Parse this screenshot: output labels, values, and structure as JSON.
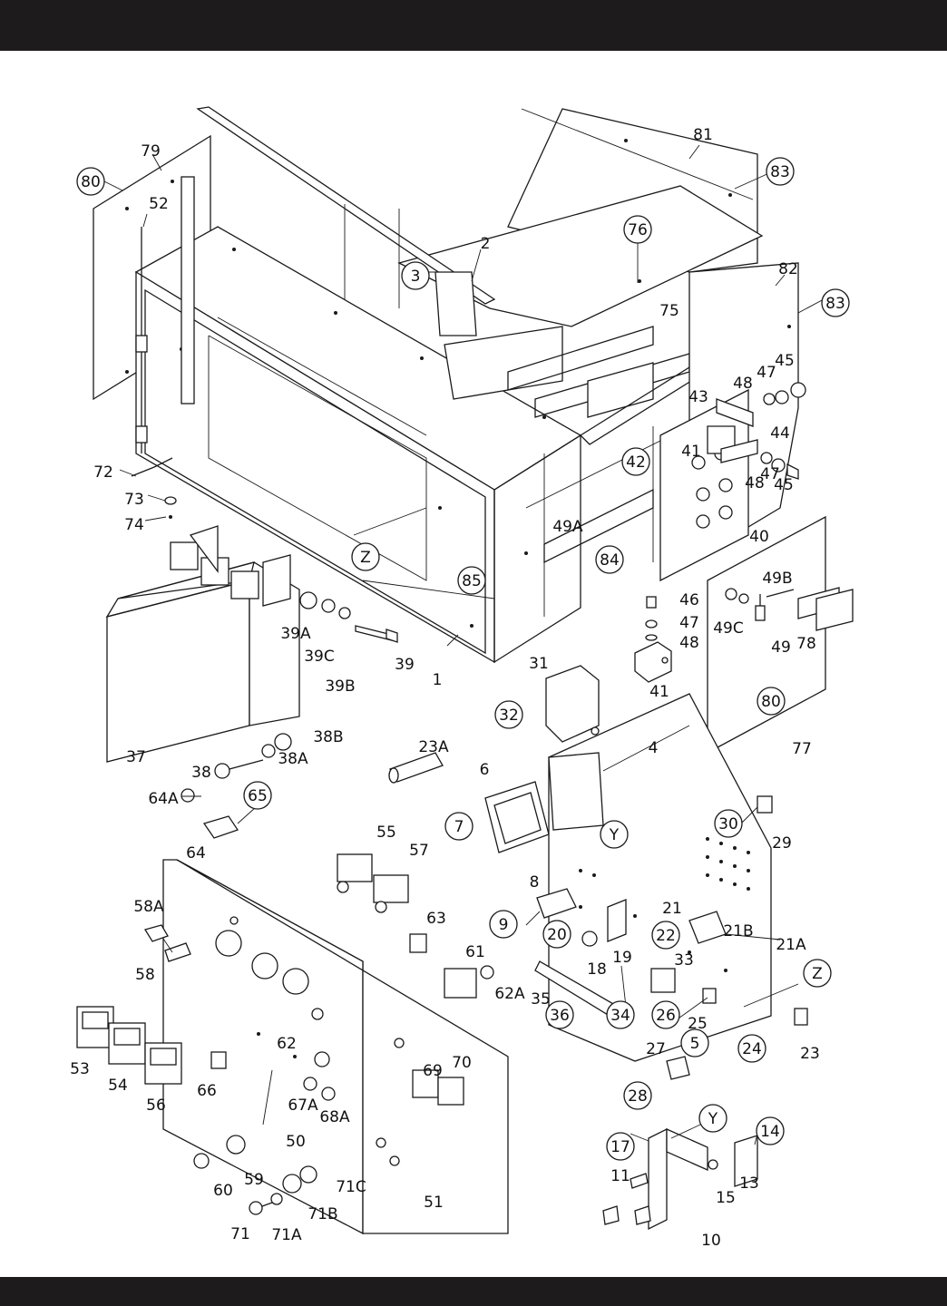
{
  "labels": [
    {
      "text": "79",
      "c": false
    },
    {
      "text": "80",
      "c": true
    },
    {
      "text": "52",
      "c": false
    },
    {
      "text": "2",
      "c": false
    },
    {
      "text": "3",
      "c": true
    },
    {
      "text": "76",
      "c": true
    },
    {
      "text": "75",
      "c": false
    },
    {
      "text": "81",
      "c": false
    },
    {
      "text": "83",
      "c": true
    },
    {
      "text": "82",
      "c": false
    },
    {
      "text": "83",
      "c": true
    },
    {
      "text": "45",
      "c": false
    },
    {
      "text": "47",
      "c": false
    },
    {
      "text": "48",
      "c": false
    },
    {
      "text": "43",
      "c": false
    },
    {
      "text": "44",
      "c": false
    },
    {
      "text": "41",
      "c": false
    },
    {
      "text": "48",
      "c": false
    },
    {
      "text": "47",
      "c": false
    },
    {
      "text": "45",
      "c": false
    },
    {
      "text": "42",
      "c": true
    },
    {
      "text": "40",
      "c": false
    },
    {
      "text": "49A",
      "c": false
    },
    {
      "text": "84",
      "c": true
    },
    {
      "text": "Z",
      "c": true
    },
    {
      "text": "85",
      "c": true
    },
    {
      "text": "72",
      "c": false
    },
    {
      "text": "73",
      "c": false
    },
    {
      "text": "74",
      "c": false
    },
    {
      "text": "39A",
      "c": false
    },
    {
      "text": "39C",
      "c": false
    },
    {
      "text": "39B",
      "c": false
    },
    {
      "text": "39",
      "c": false
    },
    {
      "text": "1",
      "c": false
    },
    {
      "text": "46",
      "c": false
    },
    {
      "text": "47",
      "c": false
    },
    {
      "text": "48",
      "c": false
    },
    {
      "text": "41",
      "c": false
    },
    {
      "text": "49B",
      "c": false
    },
    {
      "text": "49C",
      "c": false
    },
    {
      "text": "49",
      "c": false
    },
    {
      "text": "78",
      "c": false
    },
    {
      "text": "80",
      "c": true
    },
    {
      "text": "77",
      "c": false
    },
    {
      "text": "31",
      "c": false
    },
    {
      "text": "32",
      "c": true
    },
    {
      "text": "37",
      "c": false
    },
    {
      "text": "38B",
      "c": false
    },
    {
      "text": "38",
      "c": false
    },
    {
      "text": "38A",
      "c": false
    },
    {
      "text": "23A",
      "c": false
    },
    {
      "text": "6",
      "c": false
    },
    {
      "text": "7",
      "c": true
    },
    {
      "text": "4",
      "c": false
    },
    {
      "text": "Y",
      "c": true
    },
    {
      "text": "30",
      "c": true
    },
    {
      "text": "29",
      "c": false
    },
    {
      "text": "64A",
      "c": false
    },
    {
      "text": "65",
      "c": true
    },
    {
      "text": "64",
      "c": false
    },
    {
      "text": "55",
      "c": false
    },
    {
      "text": "57",
      "c": false
    },
    {
      "text": "58A",
      "c": false
    },
    {
      "text": "58",
      "c": false
    },
    {
      "text": "63",
      "c": false
    },
    {
      "text": "61",
      "c": false
    },
    {
      "text": "62A",
      "c": false
    },
    {
      "text": "8",
      "c": false
    },
    {
      "text": "9",
      "c": true
    },
    {
      "text": "20",
      "c": true
    },
    {
      "text": "19",
      "c": false
    },
    {
      "text": "18",
      "c": false
    },
    {
      "text": "21",
      "c": false
    },
    {
      "text": "22",
      "c": true
    },
    {
      "text": "21B",
      "c": false
    },
    {
      "text": "21A",
      "c": false
    },
    {
      "text": "33",
      "c": false
    },
    {
      "text": "Z",
      "c": true
    },
    {
      "text": "35",
      "c": false
    },
    {
      "text": "36",
      "c": true
    },
    {
      "text": "34",
      "c": true
    },
    {
      "text": "26",
      "c": true
    },
    {
      "text": "25",
      "c": false
    },
    {
      "text": "5",
      "c": true
    },
    {
      "text": "24",
      "c": true
    },
    {
      "text": "23",
      "c": false
    },
    {
      "text": "53",
      "c": false
    },
    {
      "text": "54",
      "c": false
    },
    {
      "text": "56",
      "c": false
    },
    {
      "text": "66",
      "c": false
    },
    {
      "text": "62",
      "c": false
    },
    {
      "text": "67A",
      "c": false
    },
    {
      "text": "68A",
      "c": false
    },
    {
      "text": "69",
      "c": false
    },
    {
      "text": "70",
      "c": false
    },
    {
      "text": "27",
      "c": false
    },
    {
      "text": "28",
      "c": true
    },
    {
      "text": "50",
      "c": false
    },
    {
      "text": "59",
      "c": false
    },
    {
      "text": "60",
      "c": false
    },
    {
      "text": "71C",
      "c": false
    },
    {
      "text": "71B",
      "c": false
    },
    {
      "text": "71",
      "c": false
    },
    {
      "text": "71A",
      "c": false
    },
    {
      "text": "51",
      "c": false
    },
    {
      "text": "17",
      "c": true
    },
    {
      "text": "Y",
      "c": true
    },
    {
      "text": "14",
      "c": true
    },
    {
      "text": "11",
      "c": false
    },
    {
      "text": "15",
      "c": false
    },
    {
      "text": "13",
      "c": false
    },
    {
      "text": "10",
      "c": false
    }
  ]
}
